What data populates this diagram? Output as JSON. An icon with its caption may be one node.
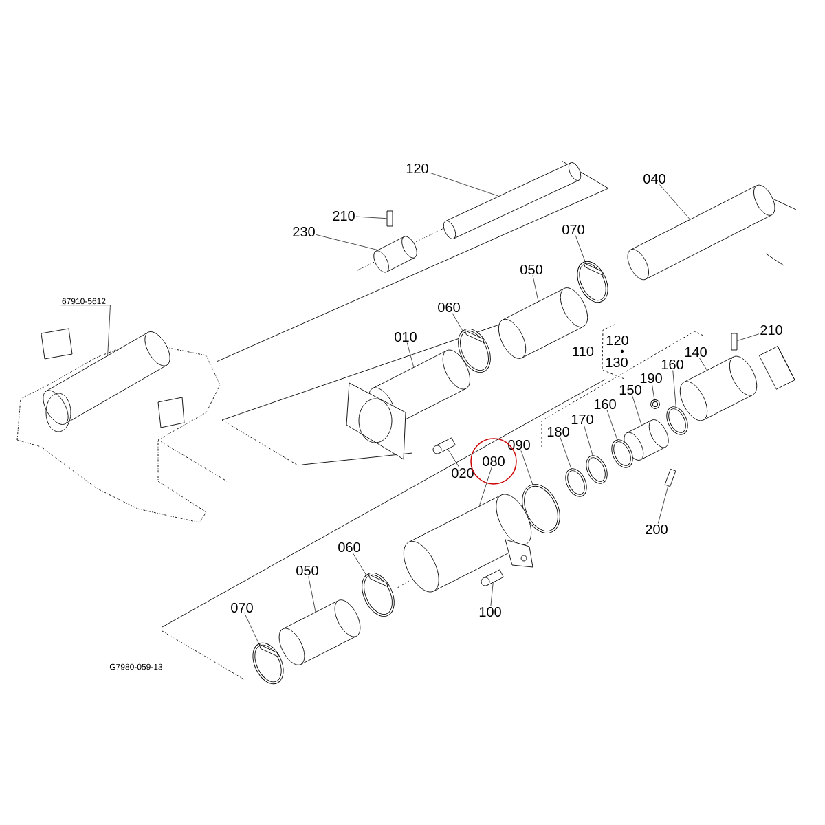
{
  "diagram": {
    "nodes": [
      {
        "text": [
          "120"
        ]
      },
      {
        "text": [],
        "shape": "cylinder"
      },
      {
        "text": [
          "210"
        ]
      },
      {
        "text": [],
        "shape": "bar"
      },
      {
        "text": [
          "230"
        ]
      },
      {
        "text": [],
        "shape": "cylinder"
      },
      {
        "text": [
          "040"
        ]
      },
      {
        "text": [],
        "shape": "cylinder"
      },
      {
        "text": [
          "070"
        ]
      },
      {
        "text": [],
        "shape": "circle"
      },
      {
        "text": [
          "67910-5612"
        ]
      },
      {
        "text": [],
        "shape": "picture"
      },
      {
        "text": [
          "060"
        ]
      },
      {
        "text": [],
        "shape": "circle"
      },
      {
        "text": [
          "050"
        ]
      },
      {
        "text": [],
        "shape": "cylinder"
      },
      {
        "text": [
          "010"
        ]
      },
      {
        "text": [],
        "shape": "picture"
      },
      {
        "text": [
          "210"
        ]
      },
      {
        "text": [],
        "shape": "bar"
      },
      {
        "text": [
          "140"
        ]
      },
      {
        "text": [],
        "shape": "cylinder"
      },
      {
        "text": [
          "160"
        ]
      },
      {
        "text": [],
        "shape": "circle"
      },
      {
        "text": [
          "190"
        ]
      },
      {
        "text": [],
        "shape": "circle"
      },
      {
        "text": [
          "150"
        ]
      },
      {
        "text": [],
        "shape": "cylinder"
      },
      {
        "text": [
          "160"
        ]
      },
      {
        "text": [],
        "shape": "circle"
      },
      {
        "text": [
          "170"
        ]
      },
      {
        "text": [],
        "shape": "circle"
      },
      {
        "text": [
          "180"
        ]
      },
      {
        "text": [],
        "shape": "circle"
      },
      {
        "text": [
          "090"
        ]
      },
      {
        "text": [],
        "shape": "circle"
      },
      {
        "text": [
          "080"
        ]
      },
      {
        "text": [],
        "shape": "picture"
      },
      {
        "text": [
          "020"
        ]
      },
      {
        "text": [],
        "shape": "bolt"
      },
      {
        "text": [
          "200"
        ]
      },
      {
        "text": [],
        "shape": "bar"
      },
      {
        "text": [
          "100"
        ]
      },
      {
        "text": [],
        "shape": "bolt"
      },
      {
        "text": [
          "060"
        ]
      },
      {
        "text": [],
        "shape": "circle"
      },
      {
        "text": [
          "050"
        ]
      },
      {
        "text": [],
        "shape": "cylinder"
      },
      {
        "text": [
          "070"
        ]
      },
      {
        "text": [],
        "shape": "circle"
      }
    ],
    "edges": [
      {
        "from": 0,
        "to": 1,
        "arrow": "none"
      },
      {
        "from": 2,
        "to": 3,
        "arrow": "none"
      },
      {
        "from": 4,
        "to": 5,
        "arrow": "none"
      },
      {
        "from": 6,
        "to": 7,
        "arrow": "none"
      },
      {
        "from": 8,
        "to": 9,
        "arrow": "none"
      },
      {
        "from": 10,
        "to": 11,
        "arrow": "none"
      },
      {
        "from": 12,
        "to": 13,
        "arrow": "none"
      },
      {
        "from": 14,
        "to": 15,
        "arrow": "none"
      },
      {
        "from": 16,
        "to": 17,
        "arrow": "none"
      },
      {
        "from": 18,
        "to": 19,
        "arrow": "none"
      },
      {
        "from": 20,
        "to": 21,
        "arrow": "none"
      },
      {
        "from": 22,
        "to": 23,
        "arrow": "none"
      },
      {
        "from": 24,
        "to": 25,
        "arrow": "none"
      },
      {
        "from": 26,
        "to": 27,
        "arrow": "none"
      },
      {
        "from": 28,
        "to": 29,
        "arrow": "none"
      },
      {
        "from": 30,
        "to": 31,
        "arrow": "none"
      },
      {
        "from": 32,
        "to": 33,
        "arrow": "none"
      },
      {
        "from": 34,
        "to": 35,
        "arrow": "none"
      },
      {
        "from": 36,
        "to": 37,
        "arrow": "none"
      },
      {
        "from": 38,
        "to": 39,
        "arrow": "none"
      },
      {
        "from": 40,
        "to": 41,
        "arrow": "none"
      },
      {
        "from": 42,
        "to": 43,
        "arrow": "none"
      },
      {
        "from": 44,
        "to": 45,
        "arrow": "none"
      },
      {
        "from": 46,
        "to": 47,
        "arrow": "none"
      },
      {
        "from": 48,
        "to": 49,
        "arrow": "none"
      }
    ],
    "labels": [
      "120",
      "110",
      "130",
      "G7980-059-13"
    ]
  }
}
